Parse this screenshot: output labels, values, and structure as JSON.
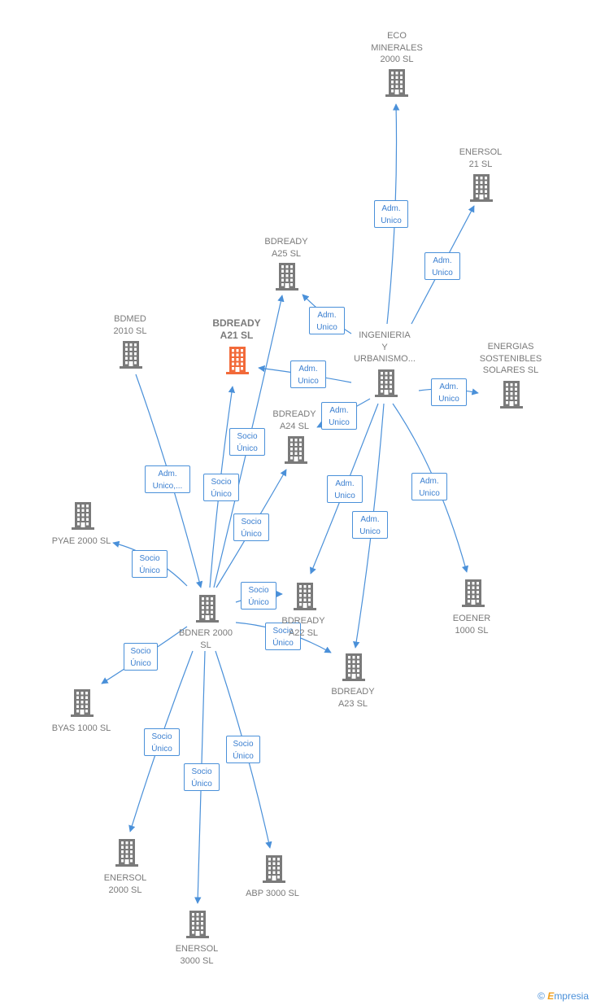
{
  "nodes": [
    {
      "id": "eco",
      "label": "ECO\nMINERALES\n2000  SL",
      "highlight": false
    },
    {
      "id": "enersol21",
      "label": "ENERSOL\n21  SL",
      "highlight": false
    },
    {
      "id": "bdready_a25",
      "label": "BDREADY\nA25  SL",
      "highlight": false
    },
    {
      "id": "bdmed",
      "label": "BDMED\n2010 SL",
      "highlight": false
    },
    {
      "id": "bdready_a21",
      "label": "BDREADY\nA21  SL",
      "highlight": true
    },
    {
      "id": "ingenieria",
      "label": "INGENIERIA\nY\nURBANISMO...",
      "highlight": false
    },
    {
      "id": "energias",
      "label": "ENERGIAS\nSOSTENIBLES\nSOLARES  SL",
      "highlight": false
    },
    {
      "id": "bdready_a24",
      "label": "BDREADY\nA24  SL",
      "highlight": false
    },
    {
      "id": "pyae",
      "label": "PYAE 2000  SL",
      "highlight": false
    },
    {
      "id": "bdner",
      "label": "BDNER 2000\nSL",
      "highlight": false
    },
    {
      "id": "bdready_a22",
      "label": "BDREADY\nA22  SL",
      "highlight": false
    },
    {
      "id": "eoener",
      "label": "EOENER\n1000  SL",
      "highlight": false
    },
    {
      "id": "bdready_a23",
      "label": "BDREADY\nA23  SL",
      "highlight": false
    },
    {
      "id": "byas",
      "label": "BYAS 1000  SL",
      "highlight": false
    },
    {
      "id": "enersol2000",
      "label": "ENERSOL\n2000  SL",
      "highlight": false
    },
    {
      "id": "abp",
      "label": "ABP 3000  SL",
      "highlight": false
    },
    {
      "id": "enersol3000",
      "label": "ENERSOL\n3000  SL",
      "highlight": false
    }
  ],
  "edges": [
    {
      "from": "ingenieria",
      "to": "eco",
      "label": "Adm.\nUnico"
    },
    {
      "from": "ingenieria",
      "to": "enersol21",
      "label": "Adm.\nUnico"
    },
    {
      "from": "ingenieria",
      "to": "bdready_a25",
      "label": "Adm.\nUnico"
    },
    {
      "from": "ingenieria",
      "to": "bdready_a21",
      "label": "Adm.\nUnico"
    },
    {
      "from": "ingenieria",
      "to": "energias",
      "label": "Adm.\nUnico"
    },
    {
      "from": "ingenieria",
      "to": "bdready_a24",
      "label": "Adm.\nUnico"
    },
    {
      "from": "ingenieria",
      "to": "bdready_a22",
      "label": "Adm.\nUnico"
    },
    {
      "from": "ingenieria",
      "to": "bdready_a23",
      "label": "Adm.\nUnico"
    },
    {
      "from": "ingenieria",
      "to": "eoener",
      "label": "Adm.\nUnico"
    },
    {
      "from": "bdmed",
      "to": "bdner",
      "label": "Adm.\nUnico,..."
    },
    {
      "from": "bdner",
      "to": "bdready_a21",
      "label": "Socio\nÚnico"
    },
    {
      "from": "bdner",
      "to": "bdready_a25",
      "label": "Socio\nÚnico"
    },
    {
      "from": "bdner",
      "to": "bdready_a24",
      "label": "Socio\nÚnico"
    },
    {
      "from": "bdner",
      "to": "pyae",
      "label": "Socio\nÚnico"
    },
    {
      "from": "bdner",
      "to": "bdready_a22",
      "label": "Socio\nÚnico"
    },
    {
      "from": "bdner",
      "to": "bdready_a23",
      "label": "Socio\nÚnico"
    },
    {
      "from": "bdner",
      "to": "byas",
      "label": "Socio\nÚnico"
    },
    {
      "from": "bdner",
      "to": "enersol2000",
      "label": "Socio\nÚnico"
    },
    {
      "from": "bdner",
      "to": "enersol3000",
      "label": "Socio\nÚnico"
    },
    {
      "from": "bdner",
      "to": "abp",
      "label": "Socio\nÚnico"
    }
  ],
  "colors": {
    "node": "#7a7a7a",
    "highlight": "#f26a3a",
    "edge": "#4a90d9"
  },
  "footer": {
    "copyright": "©",
    "brand_initial": "E",
    "brand_rest": "mpresia"
  }
}
